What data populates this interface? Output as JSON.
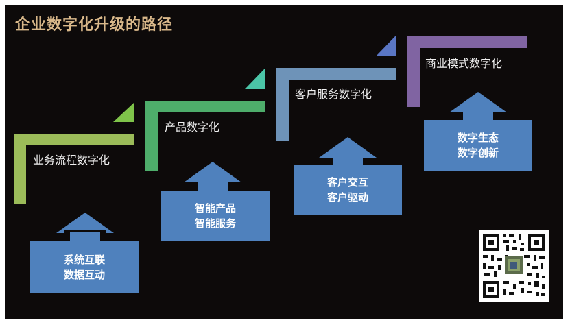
{
  "title": "企业数字化升级的路径",
  "steps": [
    {
      "label": "业务流程数字化",
      "color": "#9bbb59"
    },
    {
      "label": "产品数字化",
      "color": "#4ead6b"
    },
    {
      "label": "客户服务数字化",
      "color": "#6e93b8"
    },
    {
      "label": "商业模式数字化",
      "color": "#8064a2"
    }
  ],
  "boxes": [
    {
      "line1": "系统互联",
      "line2": "数据互动"
    },
    {
      "line1": "智能产品",
      "line2": "智能服务"
    },
    {
      "line1": "客户交互",
      "line2": "客户驱动"
    },
    {
      "line1": "数字生态",
      "line2": "数字创新"
    }
  ],
  "colors": {
    "background": "#0d0a0a",
    "title": "#d9b88a",
    "box": "#4f81bd"
  },
  "qr_code": {
    "icon": "qr-code"
  }
}
